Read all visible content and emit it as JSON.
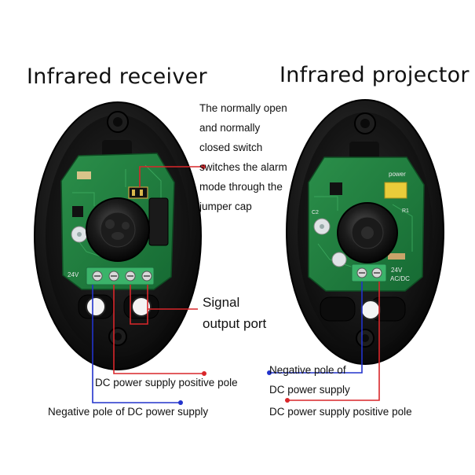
{
  "titles": {
    "receiver": "Infrared receiver",
    "projector": "Infrared projector"
  },
  "annotations": {
    "jumper_note": [
      "The normally open",
      "and normally",
      "closed switch",
      "switches the alarm",
      "mode through the",
      "jumper cap"
    ],
    "signal_port": [
      "Signal",
      "output port"
    ],
    "receiver_positive": "DC power supply positive pole",
    "receiver_negative": "Negative pole of DC power supply",
    "projector_negative": [
      "Negative pole of",
      "DC power supply"
    ],
    "projector_positive": "DC power supply positive pole"
  },
  "board_labels": {
    "receiver_voltage": "24V",
    "projector_power": "power",
    "projector_voltage": "24V",
    "projector_acdc": "AC/DC",
    "projector_c2": "C2",
    "projector_r1": "R1"
  },
  "colors": {
    "positive_wire": "#d9262a",
    "negative_wire": "#2233cc",
    "housing": "#141414",
    "pcb": "#1f7a3c",
    "terminal": "#3bb36a"
  }
}
